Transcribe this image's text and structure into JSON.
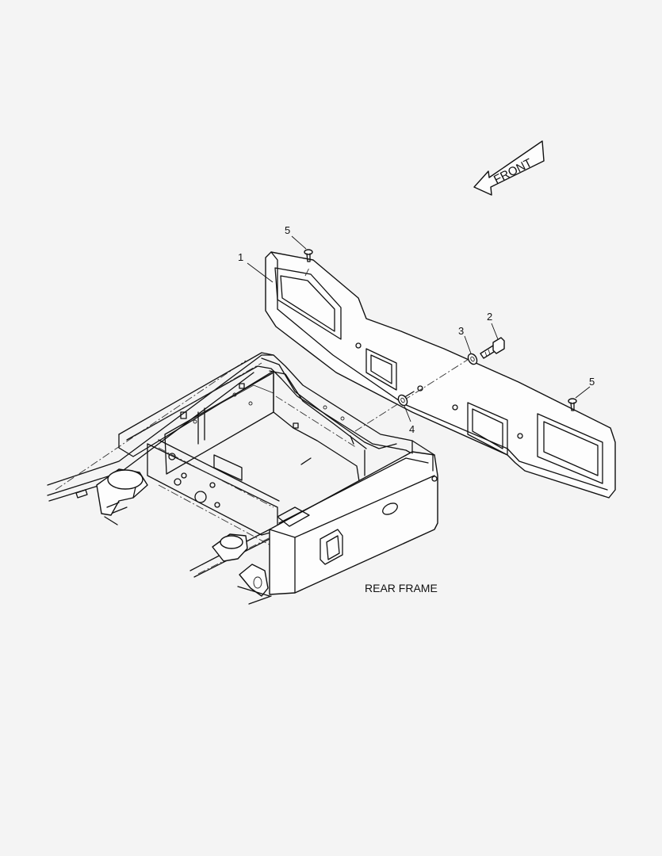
{
  "diagram": {
    "front_label": "FRONT",
    "assembly_label": "REAR FRAME",
    "callouts": {
      "c1": "1",
      "c2": "2",
      "c3": "3",
      "c4": "4",
      "c5_left": "5",
      "c5_right": "5"
    }
  }
}
